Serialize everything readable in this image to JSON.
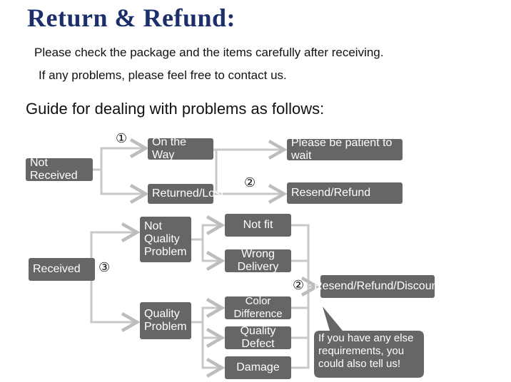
{
  "title": "Return & Refund:",
  "intro_line1": "Please check the package and the items carefully after receiving.",
  "intro_line2": "If any problems, please feel free to contact us.",
  "guide": "Guide for dealing with problems as follows:",
  "markers": {
    "one": "①",
    "two_a": "②",
    "two_b": "②",
    "three": "③"
  },
  "nodes": {
    "not_received": "Not Received",
    "on_the_way": "On the Way",
    "returned_lost": "Returned/Lost",
    "be_patient": "Please be patient to wait",
    "resend_refund": "Resend/Refund",
    "received": "Received",
    "not_quality_1": "Not",
    "not_quality_2": "Quality",
    "not_quality_3": "Problem",
    "quality_1": "Quality",
    "quality_2": "Problem",
    "not_fit": "Not fit",
    "wrong_delivery": "Wrong Delivery",
    "color_difference": "Color Difference",
    "quality_defect": "Quality Defect",
    "damage": "Damage",
    "resend_refund_discount": "Resend/Refund/Discount",
    "bubble": "If you have any else requirements, you could also tell us!"
  }
}
